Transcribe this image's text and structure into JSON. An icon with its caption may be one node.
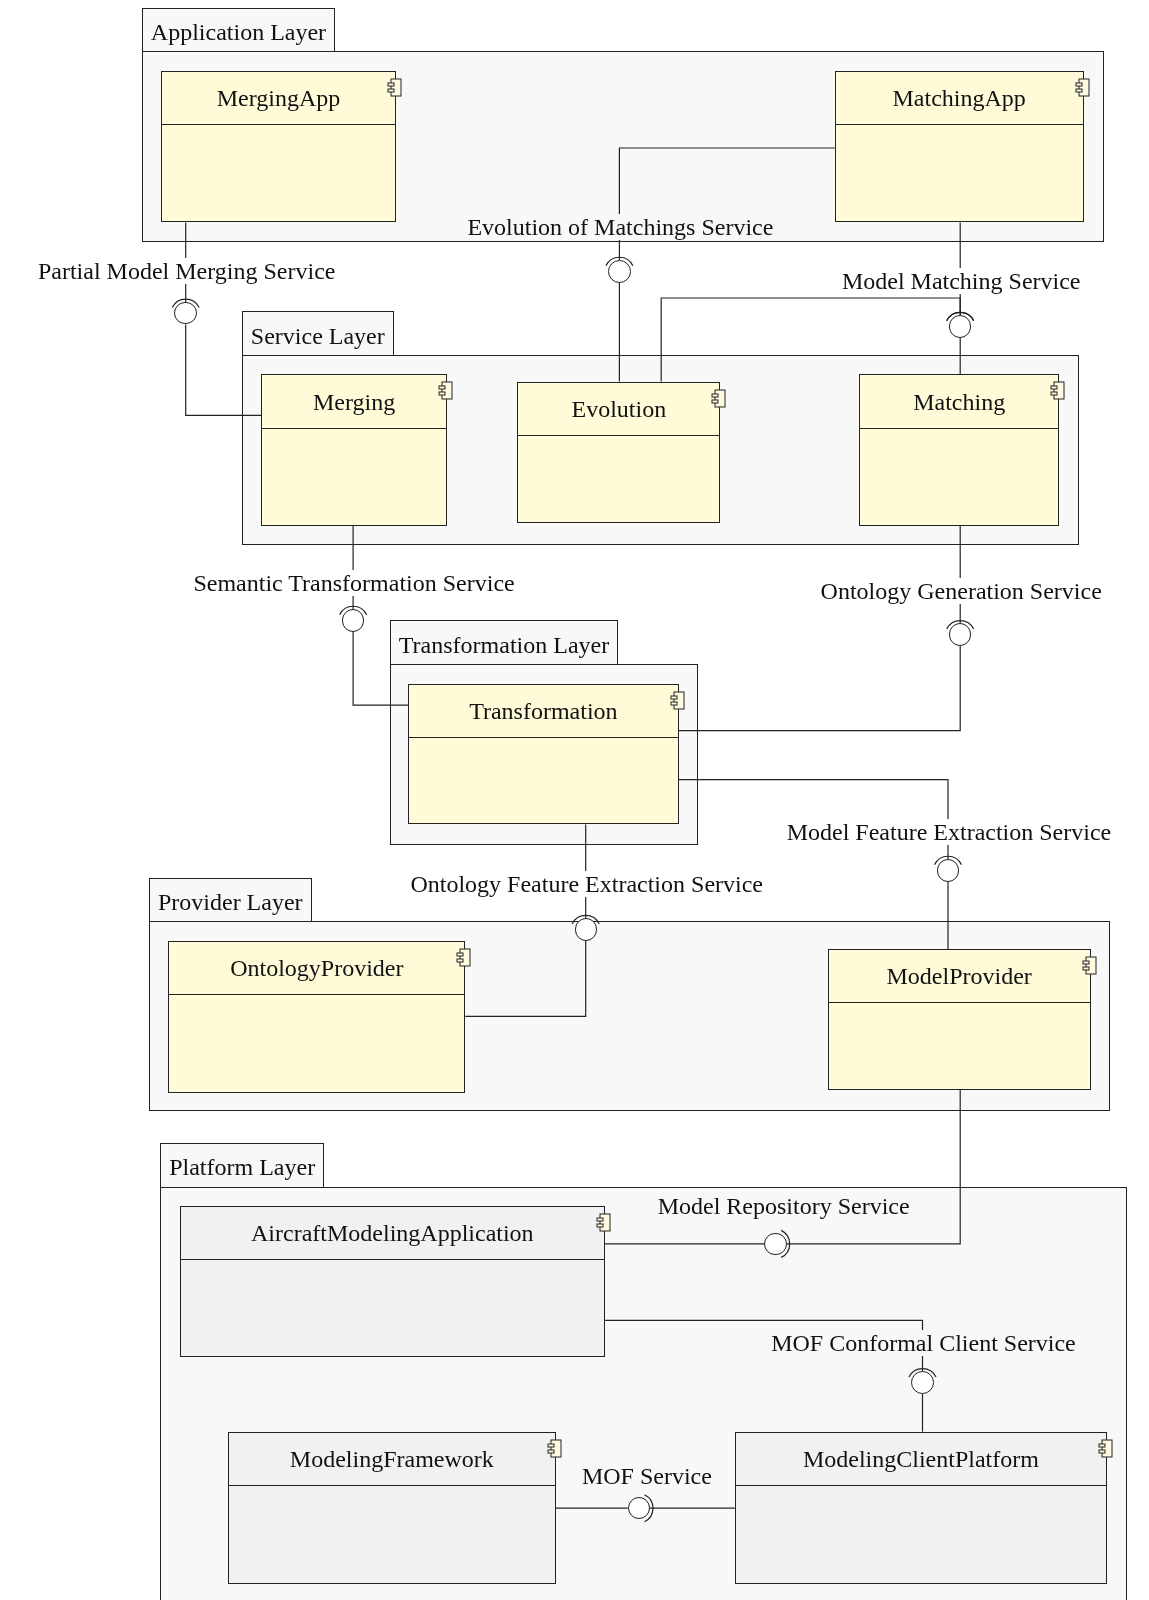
{
  "diagram": {
    "nodes": [
      {
        "text": [
          "Application Layer"
        ]
      },
      {
        "text": [
          "MergingApp"
        ],
        "in": 0
      },
      {
        "text": [
          "MatchingApp"
        ],
        "in": 0
      },
      {
        "text": [
          "Evolution of Matchings Service"
        ]
      },
      {
        "text": [
          "Partial Model Merging Service"
        ]
      },
      {
        "text": [
          "Model Matching Service"
        ]
      },
      {
        "text": [
          "Service Layer"
        ]
      },
      {
        "text": [
          "Merging"
        ],
        "in": 6
      },
      {
        "text": [
          "Evolution"
        ],
        "in": 6
      },
      {
        "text": [
          "Matching"
        ],
        "in": 6
      },
      {
        "text": [
          "Semantic Transformation Service"
        ]
      },
      {
        "text": [
          "Ontology Generation Service"
        ]
      },
      {
        "text": [
          "Transformation Layer"
        ]
      },
      {
        "text": [
          "Transformation"
        ],
        "in": 12
      },
      {
        "text": [
          "Model Feature Extraction Service"
        ]
      },
      {
        "text": [
          "Ontology Feature Extraction Service"
        ]
      },
      {
        "text": [
          "Provider Layer"
        ]
      },
      {
        "text": [
          "OntologyProvider"
        ],
        "in": 16
      },
      {
        "text": [
          "ModelProvider"
        ],
        "in": 16
      },
      {
        "text": [
          "Platform Layer"
        ]
      },
      {
        "text": [
          "Model Repository Service"
        ],
        "in": 19
      },
      {
        "text": [
          "AircraftModelingApplication"
        ],
        "in": 19
      },
      {
        "text": [
          "MOF Conformal Client Service"
        ],
        "in": 19
      },
      {
        "text": [
          "ModelingFramework"
        ],
        "in": 19
      },
      {
        "text": [
          "MOF Service"
        ],
        "in": 19
      },
      {
        "text": [
          "ModelingClientPlatform"
        ],
        "in": 19
      }
    ],
    "edges": [
      {
        "from": 1,
        "to": 4,
        "arrow": "other"
      },
      {
        "from": 7,
        "to": 4,
        "arrow": "none"
      },
      {
        "from": 2,
        "to": 3,
        "arrow": "other"
      },
      {
        "from": 8,
        "to": 3,
        "arrow": "none"
      },
      {
        "from": 2,
        "to": 5,
        "arrow": "other"
      },
      {
        "from": 8,
        "to": 5,
        "arrow": "other"
      },
      {
        "from": 9,
        "to": 5,
        "arrow": "none"
      },
      {
        "from": 7,
        "to": 10,
        "arrow": "other"
      },
      {
        "from": 13,
        "to": 10,
        "arrow": "none"
      },
      {
        "from": 9,
        "to": 11,
        "arrow": "other"
      },
      {
        "from": 13,
        "to": 11,
        "arrow": "none"
      },
      {
        "from": 13,
        "to": 14,
        "arrow": "other"
      },
      {
        "from": 18,
        "to": 14,
        "arrow": "none"
      },
      {
        "from": 13,
        "to": 15,
        "arrow": "other"
      },
      {
        "from": 17,
        "to": 15,
        "arrow": "none"
      },
      {
        "from": 18,
        "to": 20,
        "arrow": "other"
      },
      {
        "from": 21,
        "to": 20,
        "arrow": "none"
      },
      {
        "from": 21,
        "to": 22,
        "arrow": "other"
      },
      {
        "from": 25,
        "to": 22,
        "arrow": "none"
      },
      {
        "from": 25,
        "to": 24,
        "arrow": "other"
      },
      {
        "from": 23,
        "to": 24,
        "arrow": "none"
      }
    ]
  }
}
